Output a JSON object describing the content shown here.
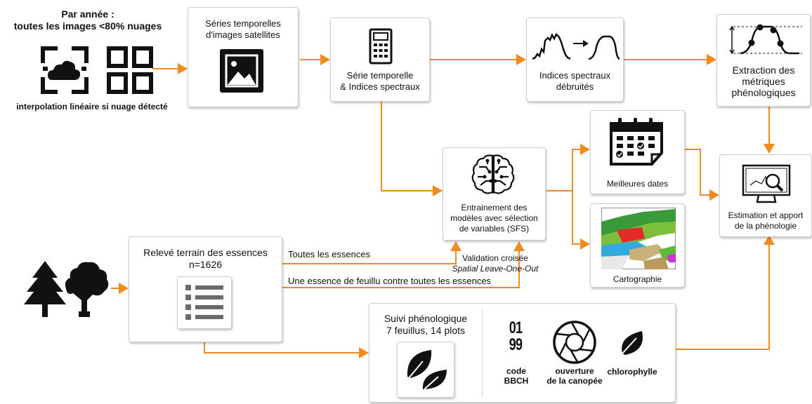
{
  "input": {
    "title_line1": "Par année :",
    "title_line2": "toutes les images <80% nuages",
    "note": "interpolation linéaire si nuage détecté"
  },
  "nodes": {
    "series": {
      "line1": "Séries temporelles",
      "line2": "d'images satellites"
    },
    "indices": {
      "line1": "Série temporelle",
      "line2": "& Indices spectraux"
    },
    "denoised": {
      "line1": "Indices spectraux",
      "line2": "débruités"
    },
    "metrics": {
      "line1": "Extraction des",
      "line2": "métriques",
      "line3": "phénologiques"
    },
    "dates": {
      "label": "Meilleures dates"
    },
    "carto": {
      "label": "Cartographie"
    },
    "estimation": {
      "line1": "Estimation et apport",
      "line2": "de la phénologie"
    },
    "training": {
      "line1": "Entrainement des",
      "line2": "modèles avec sélection",
      "line3": "de variables (SFS)"
    },
    "validation": {
      "line1": "Validation croisée",
      "line2": "Spatial Leave-One-Out"
    },
    "field": {
      "line1": "Relevé terrain des essences",
      "line2": "n=1626"
    },
    "monitoring": {
      "line1": "Suivi phénologique",
      "line2": "7 feuillus, 14 plots"
    }
  },
  "edges": {
    "all_species": "Toutes les essences",
    "one_vs_all": "Une essence de feuillu contre toutes les essences"
  },
  "measures": {
    "bbch_top": "01",
    "bbch_bottom": "99",
    "bbch_label1": "code",
    "bbch_label2": "BBCH",
    "canopy_label1": "ouverture",
    "canopy_label2": "de la canopée",
    "chloro_label": "chlorophylle"
  },
  "colors": {
    "arrow": "#f28a1e",
    "icon": "#111111",
    "box_border": "#cfcfcf"
  }
}
